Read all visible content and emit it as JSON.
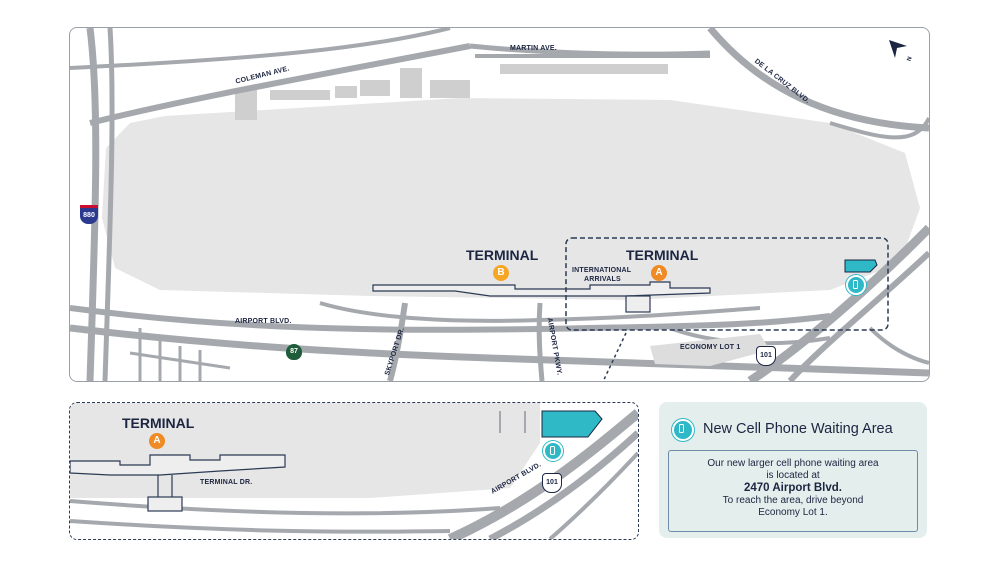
{
  "map_main": {
    "roads": {
      "martin": "MARTIN AVE.",
      "coleman": "COLEMAN AVE.",
      "delacruz": "DE LA CRUZ BLVD.",
      "airport_blvd": "AIRPORT BLVD.",
      "skyport": "SKYPORT DR.",
      "airport_pkwy": "AIRPORT PKWY.",
      "economy_lot": "ECONOMY LOT 1",
      "intl_arrivals_1": "INTERNATIONAL",
      "intl_arrivals_2": "ARRIVALS"
    },
    "shields": {
      "i880": "880",
      "sr87": "87",
      "us101": "101"
    },
    "compass": "N",
    "terminal_b": {
      "label": "TERMINAL",
      "badge": "B"
    },
    "terminal_a": {
      "label": "TERMINAL",
      "badge": "A"
    }
  },
  "map_detail": {
    "terminal_a": {
      "label": "TERMINAL",
      "badge": "A"
    },
    "roads": {
      "terminal_dr": "TERMINAL DR.",
      "airport_blvd": "AIRPORT BLVD."
    },
    "shields": {
      "us101": "101"
    }
  },
  "legend": {
    "icon": "cell-phone-icon",
    "title": "New Cell Phone Waiting Area",
    "line1": "Our new larger cell phone waiting area",
    "line2": "is located at",
    "address": "2470 Airport Blvd.",
    "line3": "To reach the area, drive beyond",
    "line4": "Economy Lot 1."
  },
  "colors": {
    "road": "#a5a9ae",
    "airfield": "#e6e6e6",
    "highlight": "#2fb8c6",
    "badge_a": "#f08a24",
    "badge_b": "#f6a623",
    "legend_bg": "#e3eeed",
    "text": "#1c2541"
  }
}
